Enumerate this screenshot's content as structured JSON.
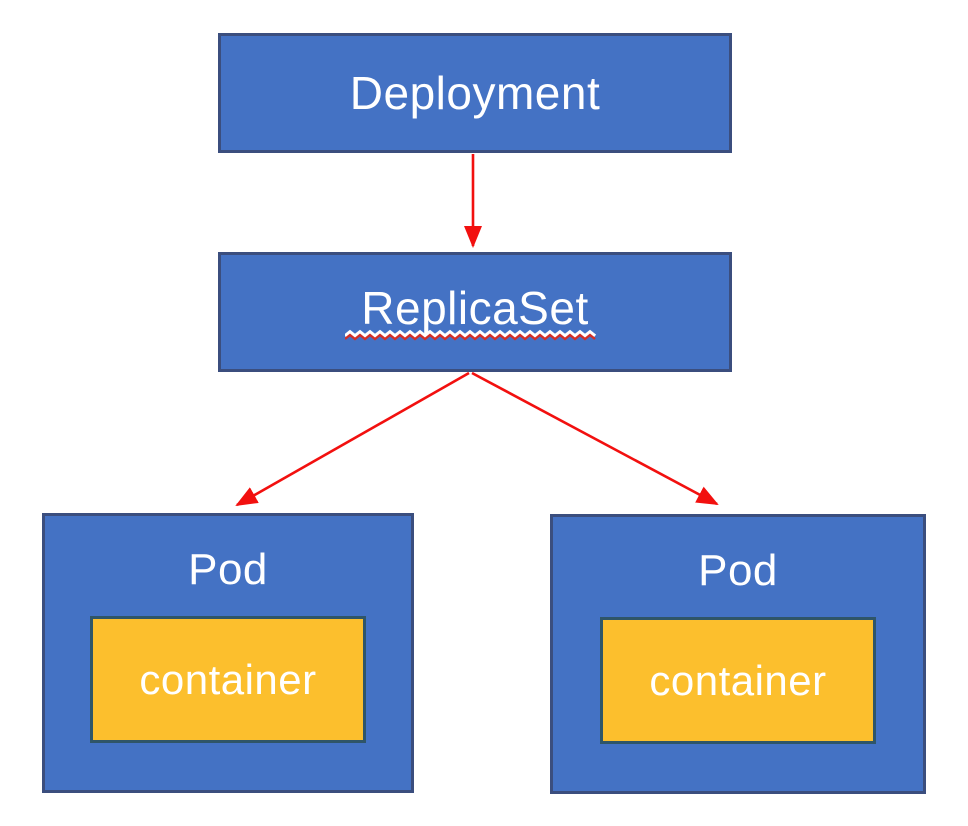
{
  "title": "Kubernetes Deployment hierarchy diagram",
  "nodes": {
    "deployment": {
      "label": "Deployment"
    },
    "replicaset": {
      "label": "ReplicaSet",
      "spellcheck_squiggle": true
    },
    "pods": [
      {
        "label": "Pod",
        "container_label": "container"
      },
      {
        "label": "Pod",
        "container_label": "container"
      }
    ]
  },
  "edges": [
    {
      "from": "Deployment",
      "to": "ReplicaSet",
      "style": "red-arrow"
    },
    {
      "from": "ReplicaSet",
      "to": "Pod (left)",
      "style": "red-arrow"
    },
    {
      "from": "ReplicaSet",
      "to": "Pod (right)",
      "style": "red-arrow"
    }
  ],
  "colors": {
    "node_fill": "#4472C4",
    "node_border": "#3B4E7E",
    "container_fill": "#FCBF2D",
    "container_border": "#2F5568",
    "arrow": "#F2100F",
    "squiggle_red": "#D22F27",
    "squiggle_white": "#FFFFFF",
    "label_text": "#FFFFFF",
    "background": "#FFFFFF"
  }
}
